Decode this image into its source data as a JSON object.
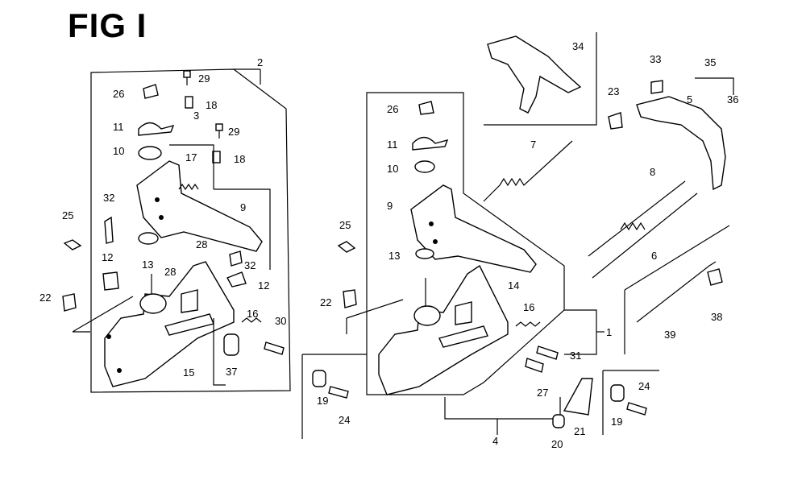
{
  "figure_title": "FIG I",
  "callouts": {
    "c1": "1",
    "c2": "2",
    "c3": "3",
    "c4": "4",
    "c5": "5",
    "c6": "6",
    "c7": "7",
    "c8": "8",
    "c9a": "9",
    "c9b": "9",
    "c10a": "10",
    "c10b": "10",
    "c11a": "11",
    "c11b": "11",
    "c12a": "12",
    "c12b": "12",
    "c13a": "13",
    "c13b": "13",
    "c14": "14",
    "c15": "15",
    "c16a": "16",
    "c16b": "16",
    "c17": "17",
    "c18a": "18",
    "c18b": "18",
    "c19a": "19",
    "c19b": "19",
    "c20": "20",
    "c21": "21",
    "c22a": "22",
    "c22b": "22",
    "c23": "23",
    "c24a": "24",
    "c24b": "24",
    "c25a": "25",
    "c25b": "25",
    "c26a": "26",
    "c26b": "26",
    "c27": "27",
    "c28a": "28",
    "c28b": "28",
    "c29a": "29",
    "c29b": "29",
    "c30": "30",
    "c31": "31",
    "c32a": "32",
    "c32b": "32",
    "c33": "33",
    "c34": "34",
    "c35": "35",
    "c36": "36",
    "c37": "37",
    "c38": "38",
    "c39": "39"
  }
}
